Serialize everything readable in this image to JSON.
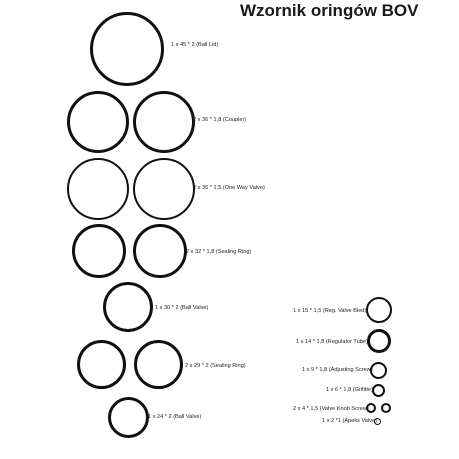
{
  "document": {
    "title": "Wzornik oringów BOV",
    "items": [
      {
        "label": "1 x 45 * 2 (Ball Lid)"
      },
      {
        "label": "2 x 36 * 1,8 (Coupler)"
      },
      {
        "label": "2 x 36 * 1,5 (One Way Valve)"
      },
      {
        "label": "2 x 32 * 1,8 (Sealing Ring)"
      },
      {
        "label": "1 x 30 * 2 (Ball Valve)"
      },
      {
        "label": "2 x 29 * 2 (Sealing Ring)"
      },
      {
        "label": "1 x 24 * 2 (Ball Valve)"
      },
      {
        "label": "1 x 15 * 1,5 (Reg. Valve Bled)"
      },
      {
        "label": "1 x 14 * 1,8 (Regulator Tube)"
      },
      {
        "label": "1 x 9 * 1,8 (Adjusting Screw)"
      },
      {
        "label": "1 x 6 * 1,8 (Grifitte)"
      },
      {
        "label": "2 x 4 * 1,5 (Valve Knob Screw)"
      },
      {
        "label": "1 x 2 *1 (Apeks Valve)"
      }
    ]
  }
}
